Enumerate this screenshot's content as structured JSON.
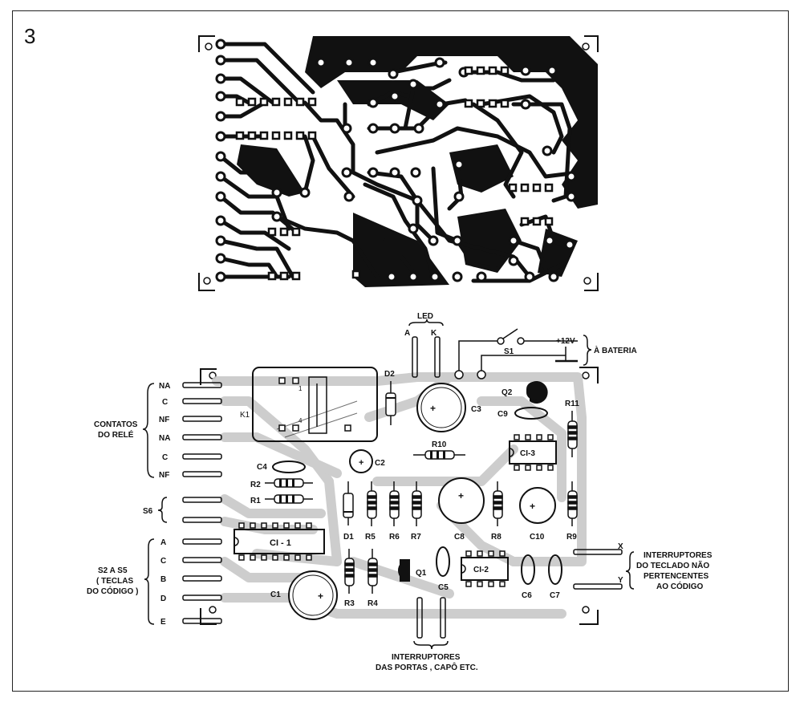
{
  "figure_number": "3",
  "top_labels": {
    "led": "LED",
    "a": "A",
    "k": "K",
    "s1": "S1",
    "plus12v": "+12V",
    "bateria": "À BATERIA"
  },
  "left_labels": {
    "relay_pins": [
      "NA",
      "C",
      "NF",
      "NA",
      "C",
      "NF"
    ],
    "relay_caption": [
      "CONTATOS",
      "DO RELÉ"
    ],
    "s6": "S6",
    "code_pins": [
      "A",
      "C",
      "B",
      "D",
      "E"
    ],
    "code_caption": [
      "S2 A S5",
      "( TECLAS",
      "DO CÓDIGO )"
    ]
  },
  "right_labels": {
    "x": "X",
    "y": "Y",
    "caption": [
      "INTERRUPTORES",
      "DO TECLADO NÃO",
      "PERTENCENTES",
      "AO CÓDIGO"
    ]
  },
  "bottom_labels": {
    "caption": [
      "INTERRUPTORES",
      "DAS PORTAS , CAPÔ ETC."
    ]
  },
  "components": {
    "k1": "K1",
    "d1": "D1",
    "d2": "D2",
    "q1": "Q1",
    "q2": "Q2",
    "c1": "C1",
    "c2": "C2",
    "c3": "C3",
    "c4": "C4",
    "c5": "C5",
    "c6": "C6",
    "c7": "C7",
    "c8": "C8",
    "c9": "C9",
    "c10": "C10",
    "r1": "R1",
    "r2": "R2",
    "r3": "R3",
    "r4": "R4",
    "r5": "R5",
    "r6": "R6",
    "r7": "R7",
    "r8": "R8",
    "r9": "R9",
    "r10": "R10",
    "r11": "R11",
    "ci1": "CI - 1",
    "ci2": "CI-2",
    "ci3": "CI-3",
    "relay_pin_1": "1",
    "relay_pin_4": "4"
  }
}
